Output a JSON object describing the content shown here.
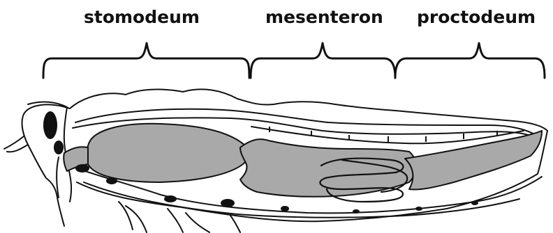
{
  "regions": [
    {
      "label": "stomodeum"
    },
    {
      "label": "mesenteron"
    },
    {
      "label": "proctodeum"
    }
  ],
  "colors": {
    "outline": "#111111",
    "gut_fill": "#a9a9a9",
    "nerve_ganglia": "#111111",
    "background": "#ffffff"
  }
}
